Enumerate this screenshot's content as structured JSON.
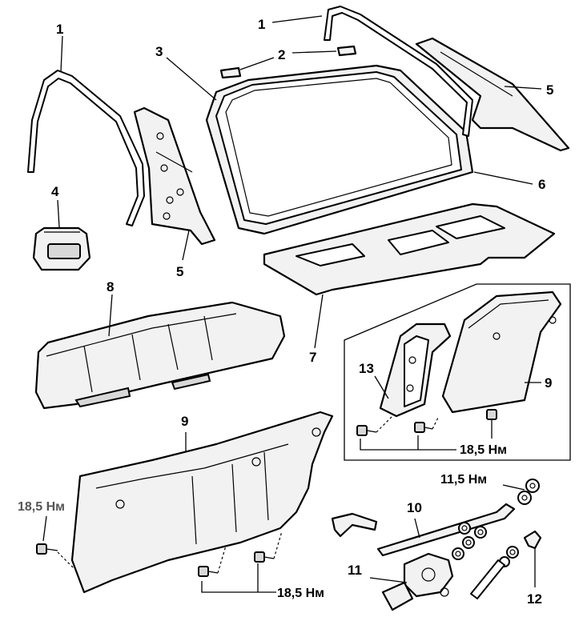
{
  "callouts": {
    "c1_left": "1",
    "c1_top": "1",
    "c2": "2",
    "c3": "3",
    "c4": "4",
    "c5_left": "5",
    "c5_right": "5",
    "c6": "6",
    "c7": "7",
    "c8": "8",
    "c9_inset": "9",
    "c9_main": "9",
    "c10": "10",
    "c11": "11",
    "c12": "12",
    "c13": "13"
  },
  "torques": {
    "inset_bolts": "18,5 Нм",
    "seatback_left": "18,5 Нм",
    "seatback_bottom": "18,5 Нм",
    "wiper_arm": "11,5 Нм"
  },
  "icons": {
    "bolt": "bolt-icon",
    "nut": "nut-icon"
  }
}
